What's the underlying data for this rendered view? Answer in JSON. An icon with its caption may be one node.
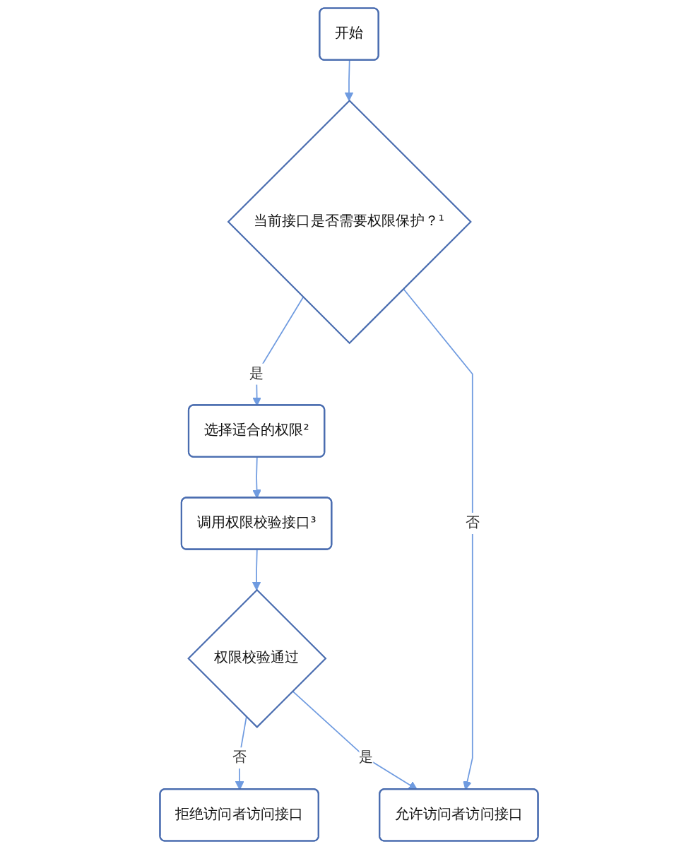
{
  "diagram": {
    "nodes": [
      {
        "text": [
          "开始"
        ]
      },
      {
        "text": [
          "当前接口是否需要权限保护？¹"
        ]
      },
      {
        "text": [
          "选择适合的权限²"
        ]
      },
      {
        "text": [
          "调用权限校验接口³"
        ]
      },
      {
        "text": [
          "权限校验通过"
        ]
      },
      {
        "text": [
          "拒绝访问者访问接口"
        ]
      },
      {
        "text": [
          "允许访问者访问接口"
        ]
      }
    ],
    "edges": [
      {
        "from": 0,
        "to": 1,
        "arrow": "to"
      },
      {
        "from": 1,
        "to": 2,
        "arrow": "to",
        "label": "是"
      },
      {
        "from": 1,
        "to": 6,
        "arrow": "to",
        "label": "否"
      },
      {
        "from": 2,
        "to": 3,
        "arrow": "to"
      },
      {
        "from": 3,
        "to": 4,
        "arrow": "to"
      },
      {
        "from": 4,
        "to": 5,
        "arrow": "to",
        "label": "否"
      },
      {
        "from": 4,
        "to": 6,
        "arrow": "to",
        "label": "是"
      }
    ]
  }
}
